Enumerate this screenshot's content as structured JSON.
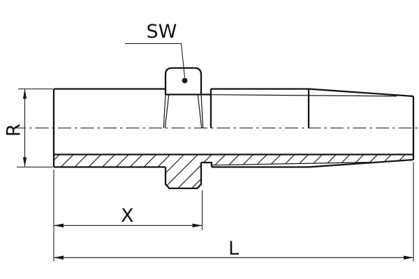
{
  "drawing": {
    "background": "#ffffff",
    "line_color": "#141414",
    "labels": {
      "wrench_size": "SW",
      "thread_size": "R",
      "dim_x": "X",
      "dim_length": "L"
    }
  }
}
